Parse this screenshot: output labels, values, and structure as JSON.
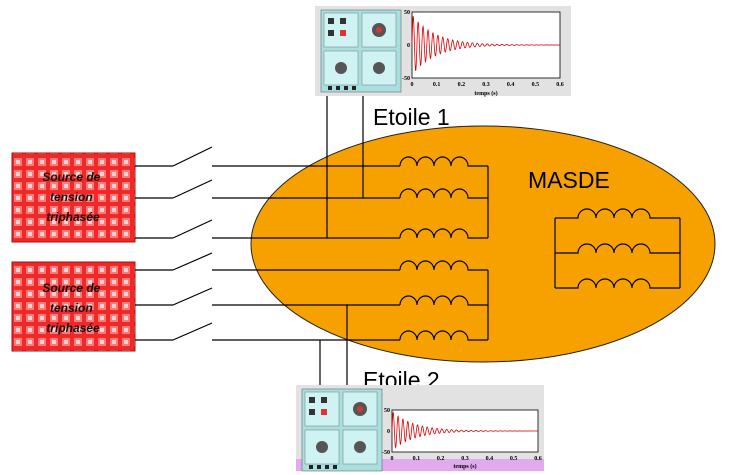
{
  "labels": {
    "masde": "MASDE",
    "star1": "Etoile 1",
    "star2": "Etoile 2"
  },
  "sources": [
    {
      "lines": [
        "Source de",
        "tension",
        "triphasée"
      ]
    },
    {
      "lines": [
        "Source de",
        "tension",
        "triphasée"
      ]
    }
  ],
  "scope_top": {
    "xlabel": "temps (s)",
    "xticks": [
      "0",
      "0.1",
      "0.2",
      "0.3",
      "0.4",
      "0.5",
      "0.6"
    ],
    "yticks": [
      "50",
      "0",
      "-50"
    ]
  },
  "scope_bottom": {
    "xlabel": "temps (s)",
    "xticks": [
      "0",
      "0.1",
      "0.2",
      "0.3",
      "0.4",
      "0.5",
      "0.6"
    ],
    "yticks": [
      "50",
      "0",
      "-50"
    ]
  },
  "colors": {
    "ellipse": "#F7A100",
    "source_fill": "#F02828",
    "scope_bg_top": "#E2E2E2",
    "scope_bg_bottom": "#E2A9EE",
    "signal": "#E00000"
  }
}
